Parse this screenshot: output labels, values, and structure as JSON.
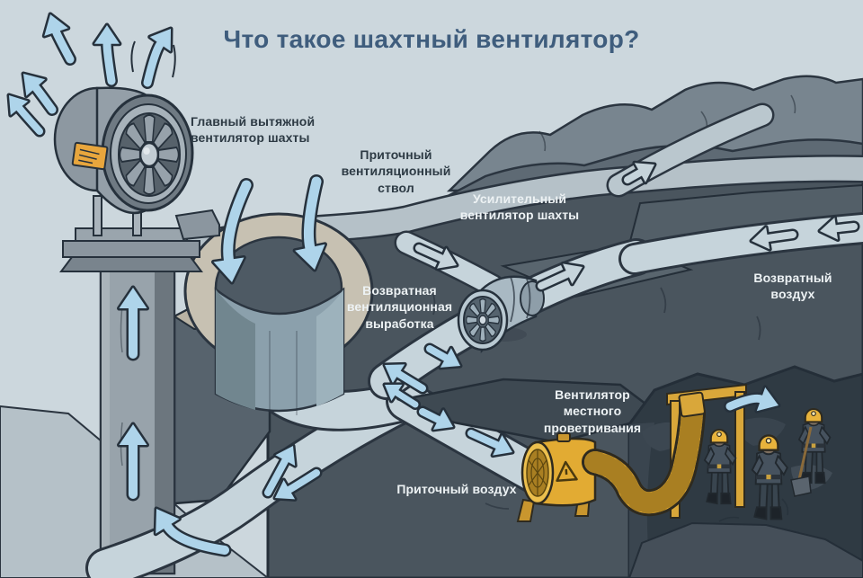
{
  "title": "Что такое шахтный вентилятор?",
  "labels": {
    "main_fan": "Главный вытяжной вентилятор шахты",
    "supply_shaft": "Приточный вентиляционный ствол",
    "booster_fan": "Усилительный вентилятор шахты",
    "return_airway": "Возвратная вентиляционная выработка",
    "return_air": "Возвратный воздух",
    "local_fan": "Вентилятор местного проветривания",
    "supply_air": "Приточный воздух"
  },
  "colors": {
    "sky": "#ccd7dd",
    "title_text": "#3f5d7d",
    "dark_label_text": "#2d3a44",
    "light_label_text": "#edf2f4",
    "rock_dark": "#4a555e",
    "channel_light": "#c6d4db",
    "arrow_blue": "#aed4ea",
    "fan_metal_gray": "#9aa5ad",
    "local_fan_yellow": "#e2ab33",
    "plate_orange": "#e8a63d",
    "helmet_yellow": "#e8b33c"
  }
}
